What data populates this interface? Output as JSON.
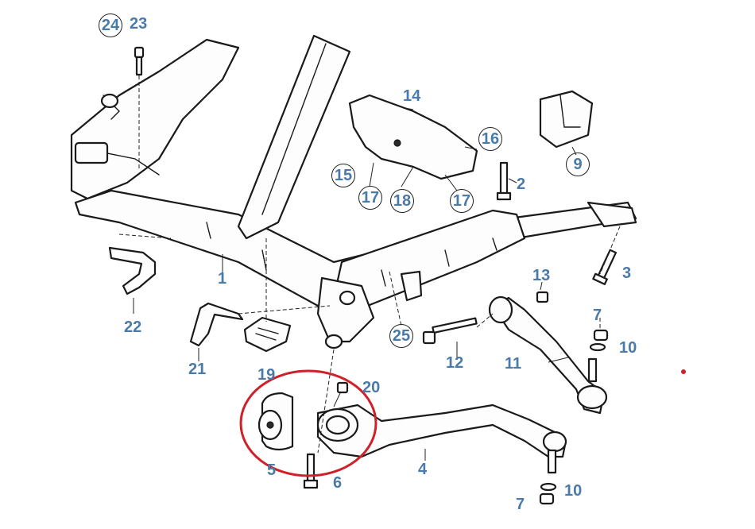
{
  "callouts": {
    "c1": "1",
    "c2": "2",
    "c3": "3",
    "c4": "4",
    "c5": "5",
    "c6": "6",
    "c7a": "7",
    "c7b": "7",
    "c9": "9",
    "c10a": "10",
    "c10b": "10",
    "c11": "11",
    "c12": "12",
    "c13": "13",
    "c14": "14",
    "c15": "15",
    "c16": "16",
    "c17a": "17",
    "c17b": "17",
    "c18": "18",
    "c19": "19",
    "c20": "20",
    "c21": "21",
    "c22": "22",
    "c23": "23",
    "c24": "24",
    "c25": "25"
  },
  "colors": {
    "callout_text": "#4a7aa8",
    "highlight_ring": "#d0202a",
    "line_art": "#1a1a1a"
  }
}
